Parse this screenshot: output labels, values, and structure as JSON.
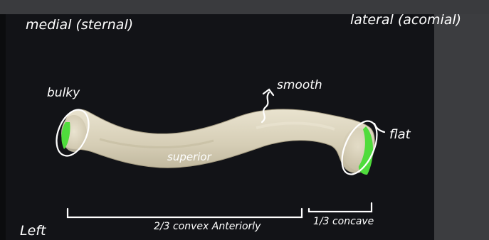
{
  "annotations": {
    "medial": "medial (sternal)",
    "lateral": "lateral (acomial)",
    "bulky": "bulky",
    "smooth": "smooth",
    "flat": "flat",
    "superior": "superior",
    "left": "Left",
    "convex": "2/3  convex Anteriorly",
    "concave": "1/3 concave"
  },
  "colors": {
    "background": "#0b0c0e",
    "bone": "#d9d2bd",
    "highlight": "#4fdc3c",
    "ink": "#ffffff"
  }
}
